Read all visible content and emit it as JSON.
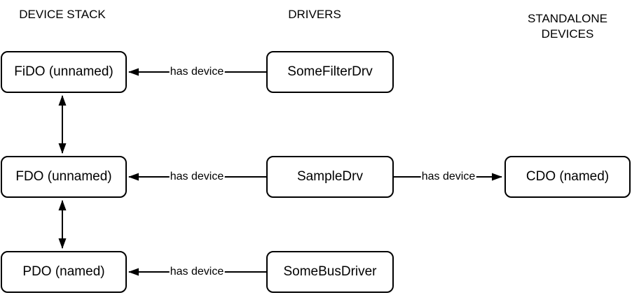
{
  "colors": {
    "background": "#ffffff",
    "stroke": "#000000",
    "node_fill": "#ffffff",
    "text": "#000000"
  },
  "headers": {
    "device_stack": "DEVICE STACK",
    "drivers": "DRIVERS",
    "standalone_devices": "STANDALONE DEVICES"
  },
  "nodes": {
    "fido": {
      "label": "FiDO (unnamed)"
    },
    "fdo": {
      "label": "FDO (unnamed)"
    },
    "pdo": {
      "label": "PDO (named)"
    },
    "some_filter_drv": {
      "label": "SomeFilterDrv"
    },
    "sample_drv": {
      "label": "SampleDrv"
    },
    "some_bus_driver": {
      "label": "SomeBusDriver"
    },
    "cdo": {
      "label": "CDO (named)"
    }
  },
  "edges": {
    "filter_to_fido": {
      "label": "has device"
    },
    "sample_to_fdo": {
      "label": "has device"
    },
    "sample_to_cdo": {
      "label": "has device"
    },
    "bus_to_pdo": {
      "label": "has device"
    }
  }
}
